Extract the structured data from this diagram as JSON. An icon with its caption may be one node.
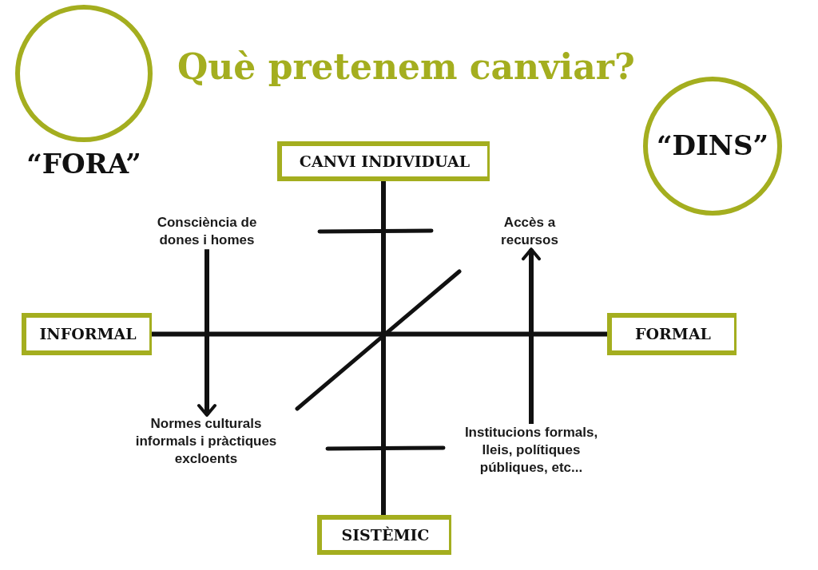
{
  "diagram": {
    "title": "Què pretenem canviar?",
    "nodes": [
      {
        "text": [
          "“FORA”"
        ]
      },
      {
        "text": [
          "“DINS”"
        ]
      },
      {
        "text": [
          "CANVI INDIVIDUAL"
        ]
      },
      {
        "text": [
          "Consciència de dones i homes"
        ]
      },
      {
        "text": [
          "Accès a recursos"
        ]
      },
      {
        "text": [
          "INFORMAL"
        ]
      },
      {
        "text": [
          "FORMAL"
        ]
      },
      {
        "text": [
          "Normes culturals informals i pràctiques excloents"
        ]
      },
      {
        "text": [
          "Institucions formals, lleis, polítiques públiques, etc..."
        ]
      },
      {
        "text": [
          "SISTÈMIC"
        ]
      }
    ],
    "edges": [
      {
        "from": 2,
        "to": 9,
        "arrow": "none"
      },
      {
        "from": 5,
        "to": 6,
        "arrow": "none"
      },
      {
        "from": 3,
        "to": 7,
        "arrow": "to"
      },
      {
        "from": 8,
        "to": 4,
        "arrow": "to"
      }
    ]
  }
}
